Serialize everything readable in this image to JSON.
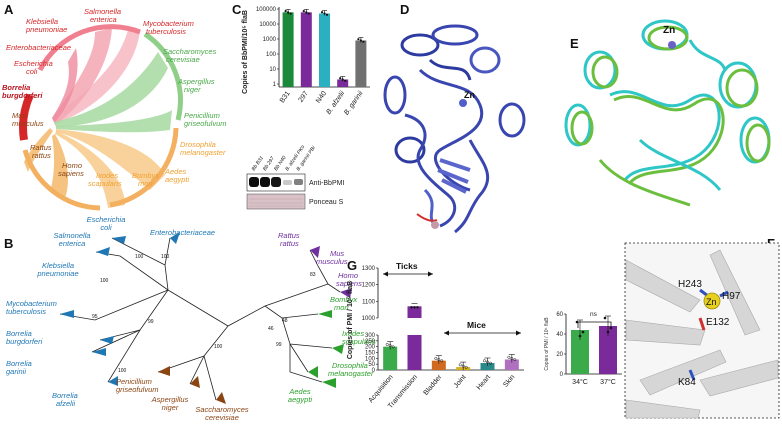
{
  "panels": {
    "a": "A",
    "b": "B",
    "c": "C",
    "d": "D",
    "e": "E",
    "f": "F",
    "g": "G"
  },
  "panel_a": {
    "labels": [
      {
        "text": "Klebsiella",
        "text2": "pneumoniae",
        "color": "#d62728"
      },
      {
        "text": "Salmonella",
        "text2": "enterica",
        "color": "#d62728"
      },
      {
        "text": "Mycobacterium",
        "text2": "tuberculosis",
        "color": "#d62728"
      },
      {
        "text": "Enterobacteriaceae",
        "text2": "",
        "color": "#d62728"
      },
      {
        "text": "Escherichia",
        "text2": "coli",
        "color": "#d62728"
      },
      {
        "text": "Borrelia",
        "text2": "burgdorferi",
        "color": "#b8141d"
      },
      {
        "text": "Saccharomyces",
        "text2": "cerevisiae",
        "color": "#4aa84a"
      },
      {
        "text": "Aspergillus",
        "text2": "niger",
        "color": "#4aa84a"
      },
      {
        "text": "Penicillium",
        "text2": "griseofulvum",
        "color": "#4aa84a"
      },
      {
        "text": "Drosophila",
        "text2": "melanogaster",
        "color": "#f0a030"
      },
      {
        "text": "Aedes",
        "text2": "aegypti",
        "color": "#f0a030"
      },
      {
        "text": "Bombyx",
        "text2": "mori",
        "color": "#f0a030"
      },
      {
        "text": "Ixodes",
        "text2": "scapularis",
        "color": "#f0a030"
      },
      {
        "text": "Homo",
        "text2": "sapiens",
        "color": "#8b4513"
      },
      {
        "text": "Rattus",
        "text2": "rattus",
        "color": "#8b4513"
      },
      {
        "text": "Mus",
        "text2": "musculus",
        "color": "#8b4513"
      }
    ]
  },
  "panel_b": {
    "labels": [
      {
        "text": "Escherichia",
        "text2": "coli",
        "color": "#1f77b4"
      },
      {
        "text": "Salmonella",
        "text2": "enterica",
        "color": "#1f77b4"
      },
      {
        "text": "Enterobacteriaceae",
        "text2": "",
        "color": "#1f77b4"
      },
      {
        "text": "Klebsiella",
        "text2": "pneumoniae",
        "color": "#1f77b4"
      },
      {
        "text": "Mycobacterium",
        "text2": "tuberculosis",
        "color": "#1f77b4"
      },
      {
        "text": "Borrelia",
        "text2": "burgdorferi",
        "color": "#1f77b4"
      },
      {
        "text": "Borrelia",
        "text2": "garinii",
        "color": "#1f77b4"
      },
      {
        "text": "Borrelia",
        "text2": "afzelii",
        "color": "#1f77b4"
      },
      {
        "text": "Penicillium",
        "text2": "griseofulvum",
        "color": "#8b4513"
      },
      {
        "text": "Aspergillus",
        "text2": "niger",
        "color": "#8b4513"
      },
      {
        "text": "Saccharomyces",
        "text2": "cerevisiae",
        "color": "#8b4513"
      },
      {
        "text": "Rattus",
        "text2": "rattus",
        "color": "#7030a0"
      },
      {
        "text": "Mus",
        "text2": "musculus",
        "color": "#7030a0"
      },
      {
        "text": "Homo",
        "text2": "sapiens",
        "color": "#7030a0"
      },
      {
        "text": "Bombyx",
        "text2": "mori",
        "color": "#2ca02c"
      },
      {
        "text": "Ixodes",
        "text2": "scapularis",
        "color": "#2ca02c"
      },
      {
        "text": "Drosophila",
        "text2": "melanogaster",
        "color": "#2ca02c"
      },
      {
        "text": "Aedes",
        "text2": "aegypti",
        "color": "#2ca02c"
      }
    ],
    "bootstrap": [
      "100",
      "100",
      "100",
      "95",
      "99",
      "100",
      "46",
      "48",
      "99",
      "100",
      "83"
    ]
  },
  "panel_c": {
    "blot": {
      "lanes": [
        "Bb B31",
        "Bb 297",
        "Bb N40",
        "B. afzelii PKo",
        "B. garinii PBi"
      ],
      "label1": "Anti-BbPMI",
      "label2": "Ponceau S"
    }
  },
  "panel_d": {
    "zn": "Zn"
  },
  "panel_e": {
    "zn": "Zn"
  },
  "panel_f": {
    "labels": [
      "H243",
      "Zn",
      "H97",
      "E132",
      "K84"
    ]
  },
  "panel_g": {
    "group_ticks": "Ticks",
    "group_mice": "Mice",
    "significance": "ns"
  },
  "chart_data": [
    {
      "type": "bar",
      "panel": "C",
      "categories": [
        "B31",
        "297",
        "N40",
        "B. afzelii",
        "B. garinii"
      ],
      "values": [
        60000,
        60000,
        50000,
        2,
        800
      ],
      "colors": [
        "#1a8a3a",
        "#7a2a9a",
        "#2ab0c0",
        "#7a2a9a",
        "#707070"
      ],
      "ylabel": "Copies of BbPMI/10⁵ flaB",
      "yscale": "log",
      "yticks": [
        "100000",
        "10000",
        "1000",
        "100",
        "10",
        "1"
      ],
      "ylim": [
        0.5,
        100000
      ]
    },
    {
      "type": "bar",
      "panel": "G",
      "categories": [
        "Acquisition",
        "Transmission",
        "Bladder",
        "Joint",
        "Heart",
        "Skin"
      ],
      "values": [
        200,
        1070,
        80,
        25,
        60,
        90
      ],
      "colors": [
        "#3aaa4a",
        "#7a2a9a",
        "#d06a20",
        "#d4b020",
        "#2a8a8a",
        "#b070c0"
      ],
      "ylabel": "Copies of PMI / 10⁵ flaB",
      "yticks": [
        "0",
        "50",
        "100",
        "150",
        "200",
        "250",
        "300",
        "1000",
        "1100",
        "1200",
        "1300"
      ]
    },
    {
      "type": "bar",
      "panel": "G-inset",
      "categories": [
        "34°C",
        "37°C"
      ],
      "values": [
        44,
        48
      ],
      "colors": [
        "#3aaa4a",
        "#7a2a9a"
      ],
      "ylabel": "Copies of PMI / 10⁵ flaB",
      "ylim": [
        0,
        60
      ],
      "yticks": [
        "0",
        "20",
        "40",
        "60"
      ]
    }
  ]
}
